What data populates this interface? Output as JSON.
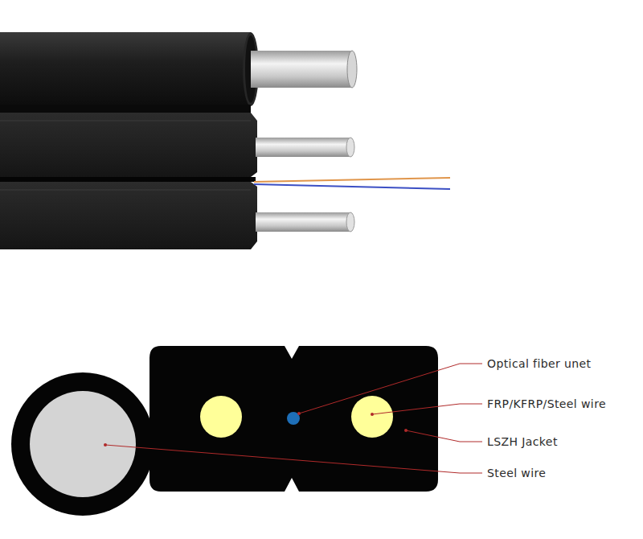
{
  "diagram": {
    "labels": [
      "Optical fiber unet",
      "FRP/KFRP/Steel wire",
      "LSZH Jacket",
      "Steel wire"
    ]
  }
}
